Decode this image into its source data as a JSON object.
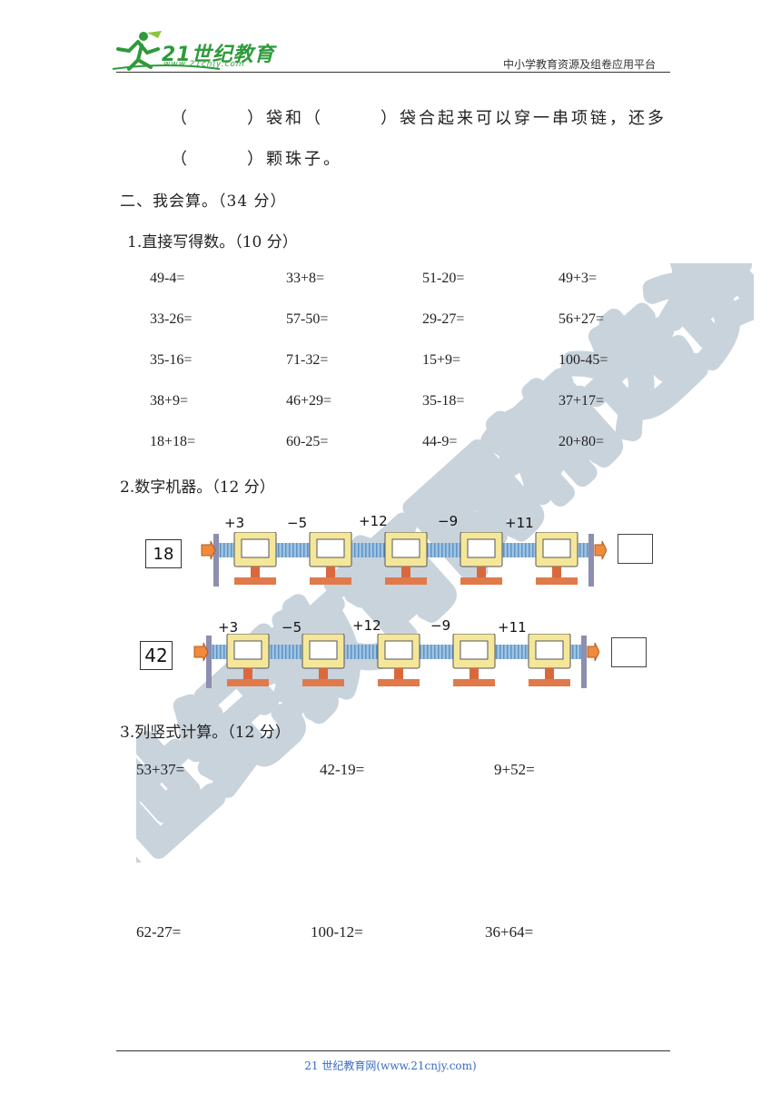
{
  "header": {
    "logo_text": "21世纪教育",
    "logo_sub": "www.21cnjy.com",
    "right_text": "中小学教育资源及组卷应用平台"
  },
  "watermark": "21世纪教育网精选资料",
  "intro": {
    "line1": "（　　　）袋和（　　　）袋合起来可以穿一串项链，还多",
    "line2": "（　　　）颗珠子。"
  },
  "section2": {
    "title": "二、我会算。（34 分）",
    "part1": {
      "title": "1.直接写得数。（10 分）",
      "rows": [
        [
          "49-4=",
          "33+8=",
          "51-20=",
          "49+3="
        ],
        [
          "33-26=",
          "57-50=",
          "29-27=",
          "56+27="
        ],
        [
          "35-16=",
          "71-32=",
          "15+9=",
          "100-45="
        ],
        [
          "38+9=",
          "46+29=",
          "35-18=",
          "37+17="
        ],
        [
          "18+18=",
          "60-25=",
          "44-9=",
          "20+80="
        ]
      ]
    },
    "part2": {
      "title": "2.数字机器。（12 分）",
      "machines": [
        {
          "input": "18",
          "ops": [
            "+3",
            "−5",
            "+12",
            "−9",
            "+11"
          ]
        },
        {
          "input": "42",
          "ops": [
            "+3",
            "−5",
            "+12",
            "−9",
            "+11"
          ]
        }
      ]
    },
    "part3": {
      "title": "3.列竖式计算。（12 分）",
      "row1": [
        "53+37=",
        "42-19=",
        "9+52="
      ],
      "row2": [
        "62-27=",
        "100-12=",
        "36+64="
      ]
    }
  },
  "footer": "21 世纪教育网(www.21cnjy.com)"
}
